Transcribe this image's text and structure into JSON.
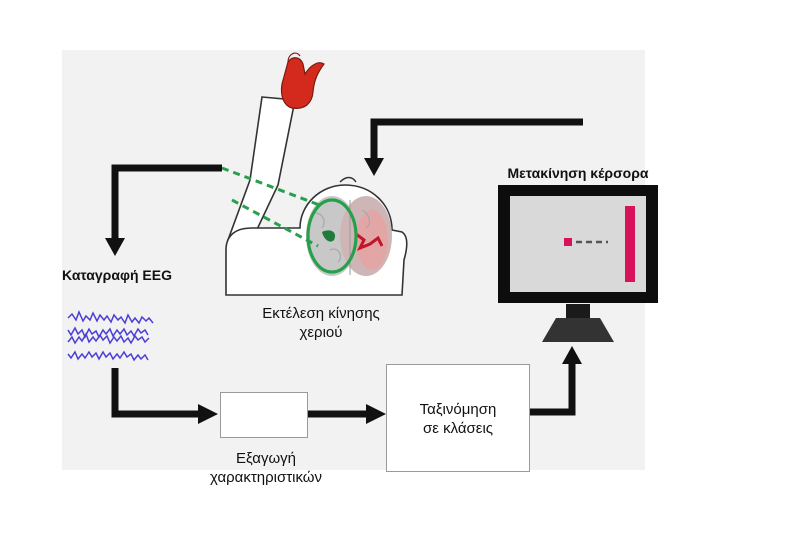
{
  "labels": {
    "eeg_recording": "Καταγραφή EEG",
    "hand_movement_line1": "Εκτέλεση κίνησης",
    "hand_movement_line2": "χεριού",
    "cursor_movement": "Μετακίνηση κέρσορα",
    "feature_extraction_line1": "Εξαγωγή",
    "feature_extraction_line2": "χαρακτηριστικών",
    "classification_line1": "Ταξινόμηση",
    "classification_line2": "σε κλάσεις"
  },
  "colors": {
    "arrow": "#111111",
    "eeg_wave": "#4b3fd6",
    "hand": "#d42a1e",
    "beam": "#2aa050",
    "brain": "#c9c9c9",
    "monitor_frame": "#0d0d0d",
    "screen": "#d9d9d9",
    "cursor_target": "#d8125a"
  },
  "icons": [
    "raised-hand-arm-icon",
    "head-brain-icon",
    "eeg-waveform-icon",
    "monitor-icon"
  ]
}
